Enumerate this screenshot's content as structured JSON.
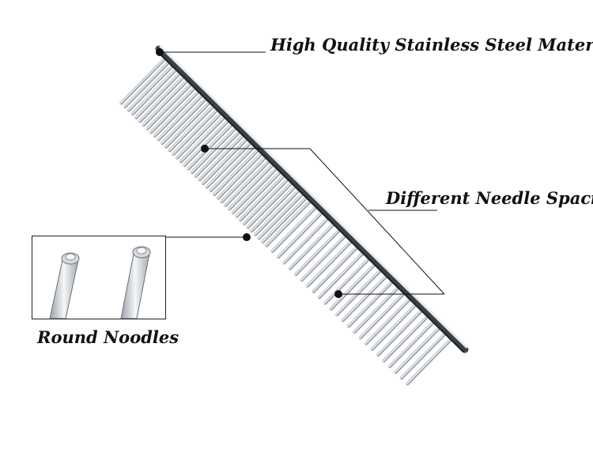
{
  "callouts": {
    "material": "High Quality Stainless Steel Material",
    "spacing": "Different Needle Spacing",
    "noodles": "Round Noodles"
  },
  "colors": {
    "steel_light": "#f2f4f6",
    "steel_mid": "#b9bec4",
    "steel_dark": "#5b6068",
    "leader": "#111111"
  }
}
